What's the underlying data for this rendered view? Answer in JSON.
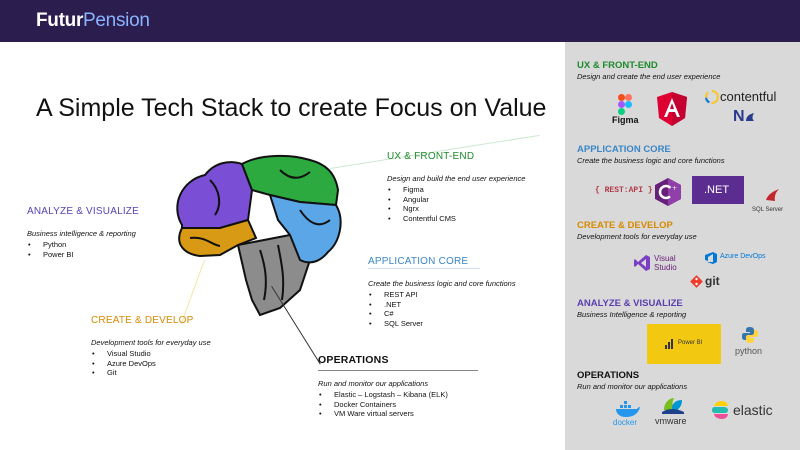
{
  "header": {
    "logo_part1": "Futur",
    "logo_part2": "Pension"
  },
  "slide": {
    "title": "A Simple Tech Stack to create Focus on Value"
  },
  "sections": {
    "ux": {
      "heading": "UX & FRONT-END",
      "description": "Design and build the end user experience",
      "items": [
        "Figma",
        "Angular",
        "Ngrx",
        "Contentful CMS"
      ]
    },
    "analyze": {
      "heading": "ANALYZE & VISUALIZE",
      "description": "Business intelligence & reporting",
      "items": [
        "Python",
        "Power BI"
      ]
    },
    "core": {
      "heading": "APPLICATION CORE",
      "description": "Create the business logic and core functions",
      "items": [
        "REST API",
        ".NET",
        "C#",
        "SQL Server"
      ]
    },
    "create": {
      "heading": "CREATE & DEVELOP",
      "description": "Development tools for everyday use",
      "items": [
        "Visual Studio",
        "Azure DevOps",
        "Git"
      ]
    },
    "operations": {
      "heading": "OPERATIONS",
      "description": "Run and monitor our applications",
      "items": [
        "Elastic – Logstash – Kibana (ELK)",
        "Docker Containers",
        "VM Ware virtual servers"
      ]
    }
  },
  "panel": {
    "ux": {
      "heading": "UX & FRONT-END",
      "description": "Design and create the end user experience"
    },
    "core": {
      "heading": "APPLICATION CORE",
      "description": "Create the business logic and core functions"
    },
    "create": {
      "heading": "CREATE & DEVELOP",
      "description": "Development tools for everyday use"
    },
    "analyze": {
      "heading": "ANALYZE & VISUALIZE",
      "description": "Business Intelligence & reporting"
    },
    "operations": {
      "heading": "OPERATIONS",
      "description": "Run and monitor our applications"
    },
    "logos": {
      "figma": "Figma",
      "contentful": "contentful",
      "ngrx": "N",
      "restapi": "{ REST:API }",
      "csharp": "C#",
      "dotnet": ".NET",
      "sqlserver": "SQL Server",
      "visualstudio_1": "Visual",
      "visualstudio_2": "Studio",
      "azuredevops": "Azure DevOps",
      "git": "git",
      "powerbi": "Power BI",
      "python": "python",
      "docker": "docker",
      "vmware": "vmware",
      "elastic": "elastic"
    }
  },
  "colors": {
    "header_bg": "#2b1d4e",
    "ux": "#1e8a2c",
    "core": "#3a86c6",
    "create": "#d78a00",
    "analyze": "#5a3fb0",
    "operations": "#111111",
    "panel_bg": "#d9d9d9"
  }
}
